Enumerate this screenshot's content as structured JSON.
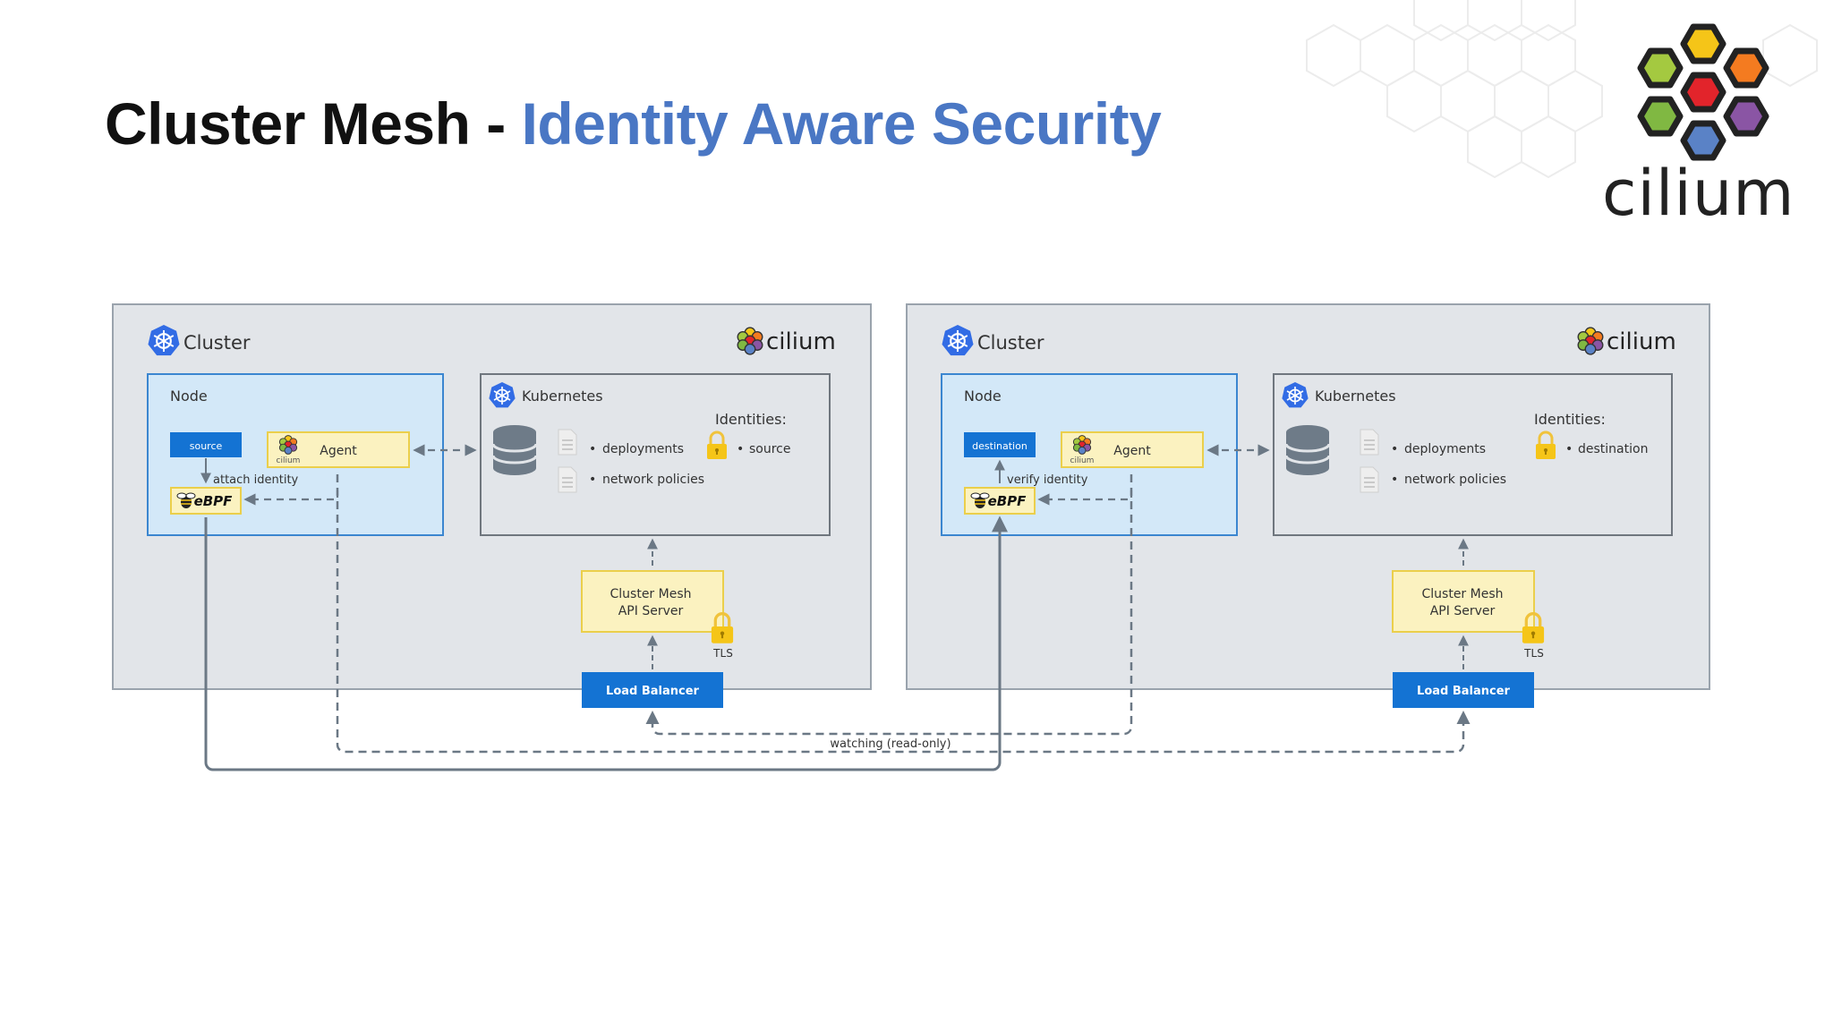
{
  "slide": {
    "title_main": "Cluster Mesh - ",
    "title_accent": "Identity Aware Security",
    "brand_name": "cilium"
  },
  "colors": {
    "accent": "#4a77c4",
    "cluster_bg": "#e2e5e9",
    "node_bg": "#d3e8f8",
    "node_border": "#3b86d0",
    "yellow_box": "#fbf2c0",
    "yellow_border": "#ebcf4b",
    "blue_button": "#1473d3"
  },
  "left_cluster": {
    "cluster_label": "Cluster",
    "brand_label": "cilium",
    "node_label": "Node",
    "pod_label": "source",
    "agent_label": "Agent",
    "agent_logo_label": "cilium",
    "ebpf_label": "eBPF",
    "identity_action": "attach identity",
    "kubernetes_label": "Kubernetes",
    "identities_heading": "Identities:",
    "resources": [
      "deployments",
      "network policies"
    ],
    "identity_value": "source",
    "api_server_line1": "Cluster Mesh",
    "api_server_line2": "API Server",
    "tls_label": "TLS",
    "load_balancer_label": "Load Balancer"
  },
  "right_cluster": {
    "cluster_label": "Cluster",
    "brand_label": "cilium",
    "node_label": "Node",
    "pod_label": "destination",
    "agent_label": "Agent",
    "agent_logo_label": "cilium",
    "ebpf_label": "eBPF",
    "identity_action": "verify identity",
    "kubernetes_label": "Kubernetes",
    "identities_heading": "Identities:",
    "resources": [
      "deployments",
      "network policies"
    ],
    "identity_value": "destination",
    "api_server_line1": "Cluster Mesh",
    "api_server_line2": "API Server",
    "tls_label": "TLS",
    "load_balancer_label": "Load Balancer"
  },
  "connection_label": "watching (read-only)"
}
